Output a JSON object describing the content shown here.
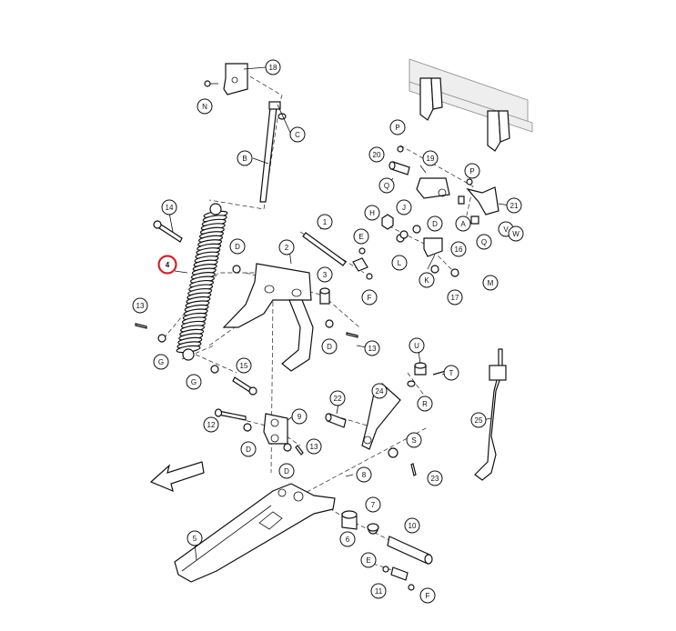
{
  "callouts": [
    {
      "id": "c18",
      "label": "18",
      "highlight": false
    },
    {
      "id": "cN",
      "label": "N",
      "highlight": false
    },
    {
      "id": "cC",
      "label": "C",
      "highlight": false
    },
    {
      "id": "cB",
      "label": "B",
      "highlight": false
    },
    {
      "id": "c14",
      "label": "14",
      "highlight": false
    },
    {
      "id": "c4",
      "label": "4",
      "highlight": true
    },
    {
      "id": "cD1",
      "label": "D",
      "highlight": false
    },
    {
      "id": "c2",
      "label": "2",
      "highlight": false
    },
    {
      "id": "c1",
      "label": "1",
      "highlight": false
    },
    {
      "id": "cE1",
      "label": "E",
      "highlight": false
    },
    {
      "id": "cF1",
      "label": "F",
      "highlight": false
    },
    {
      "id": "c3",
      "label": "3",
      "highlight": false
    },
    {
      "id": "c13a",
      "label": "13",
      "highlight": false
    },
    {
      "id": "cG1",
      "label": "G",
      "highlight": false
    },
    {
      "id": "cD2",
      "label": "D",
      "highlight": false
    },
    {
      "id": "c13b",
      "label": "13",
      "highlight": false
    },
    {
      "id": "c15",
      "label": "15",
      "highlight": false
    },
    {
      "id": "cG2",
      "label": "G",
      "highlight": false
    },
    {
      "id": "cP1",
      "label": "P",
      "highlight": false
    },
    {
      "id": "c20",
      "label": "20",
      "highlight": false
    },
    {
      "id": "c19",
      "label": "19",
      "highlight": false
    },
    {
      "id": "cQ1",
      "label": "Q",
      "highlight": false
    },
    {
      "id": "cP2",
      "label": "P",
      "highlight": false
    },
    {
      "id": "c21",
      "label": "21",
      "highlight": false
    },
    {
      "id": "cH",
      "label": "H",
      "highlight": false
    },
    {
      "id": "cJ",
      "label": "J",
      "highlight": false
    },
    {
      "id": "cD3",
      "label": "D",
      "highlight": false
    },
    {
      "id": "cA",
      "label": "A",
      "highlight": false
    },
    {
      "id": "cV",
      "label": "V",
      "highlight": false
    },
    {
      "id": "cQ2",
      "label": "Q",
      "highlight": false
    },
    {
      "id": "cW",
      "label": "W",
      "highlight": false
    },
    {
      "id": "c16",
      "label": "16",
      "highlight": false
    },
    {
      "id": "cL",
      "label": "L",
      "highlight": false
    },
    {
      "id": "cK",
      "label": "K",
      "highlight": false
    },
    {
      "id": "cM",
      "label": "M",
      "highlight": false
    },
    {
      "id": "c17",
      "label": "17",
      "highlight": false
    },
    {
      "id": "cU",
      "label": "U",
      "highlight": false
    },
    {
      "id": "cT",
      "label": "T",
      "highlight": false
    },
    {
      "id": "cR",
      "label": "R",
      "highlight": false
    },
    {
      "id": "c22",
      "label": "22",
      "highlight": false
    },
    {
      "id": "c24",
      "label": "24",
      "highlight": false
    },
    {
      "id": "c25",
      "label": "25",
      "highlight": false
    },
    {
      "id": "c9",
      "label": "9",
      "highlight": false
    },
    {
      "id": "c12",
      "label": "12",
      "highlight": false
    },
    {
      "id": "cD4",
      "label": "D",
      "highlight": false
    },
    {
      "id": "c13c",
      "label": "13",
      "highlight": false
    },
    {
      "id": "cD5",
      "label": "D",
      "highlight": false
    },
    {
      "id": "cS",
      "label": "S",
      "highlight": false
    },
    {
      "id": "c23",
      "label": "23",
      "highlight": false
    },
    {
      "id": "c8",
      "label": "8",
      "highlight": false
    },
    {
      "id": "c7",
      "label": "7",
      "highlight": false
    },
    {
      "id": "c6",
      "label": "6",
      "highlight": false
    },
    {
      "id": "c10",
      "label": "10",
      "highlight": false
    },
    {
      "id": "c5",
      "label": "5",
      "highlight": false
    },
    {
      "id": "cE2",
      "label": "E",
      "highlight": false
    },
    {
      "id": "c11",
      "label": "11",
      "highlight": false
    },
    {
      "id": "cF2",
      "label": "F",
      "highlight": false
    }
  ],
  "colors": {
    "highlight": "#d0242b",
    "line": "#111111",
    "background": "#ffffff"
  }
}
